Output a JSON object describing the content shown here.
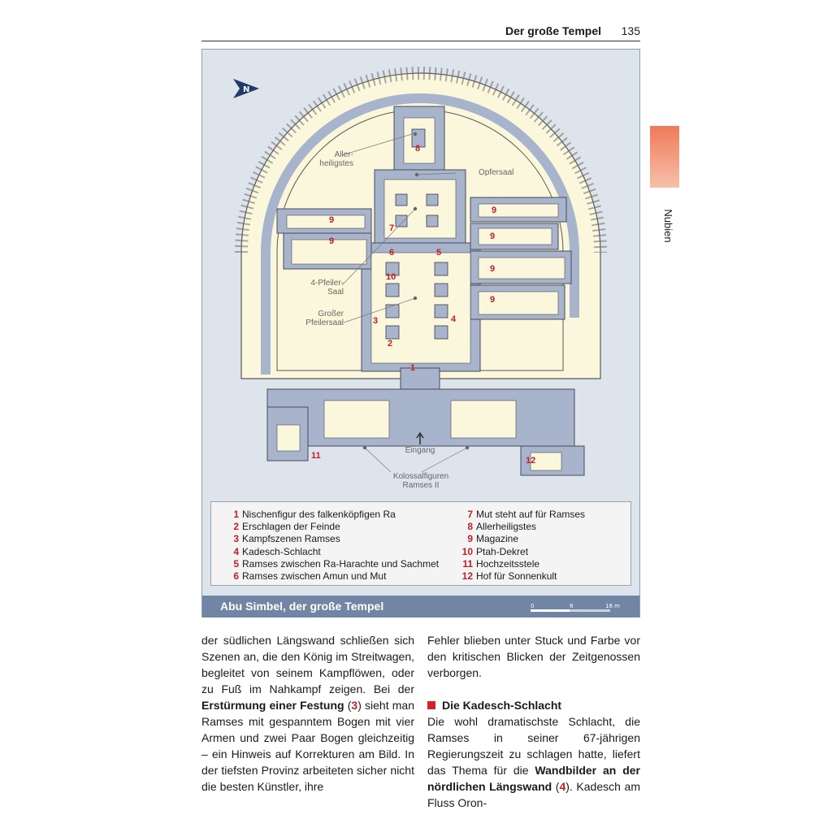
{
  "header": {
    "title": "Der große Tempel",
    "page": "135"
  },
  "side_tab": {
    "label": "Nubien"
  },
  "map": {
    "labels": {
      "allerheiligstes": "Aller-\nheiligstes",
      "opfersaal": "Opfersaal",
      "vierpfeiler": "4-Pfeiler-\nSaal",
      "grosser": "Großer\nPfeilersaal",
      "eingang": "Eingang",
      "kolossal": "Kolossalfiguren\nRamses II"
    },
    "numbers": [
      "1",
      "2",
      "3",
      "4",
      "5",
      "6",
      "7",
      "8",
      "9",
      "9",
      "9",
      "9",
      "9",
      "9",
      "10",
      "11",
      "12"
    ]
  },
  "legend": {
    "left": [
      {
        "n": "1",
        "text": "Nischenfigur des falkenköpfigen Ra"
      },
      {
        "n": "2",
        "text": "Erschlagen der Feinde"
      },
      {
        "n": "3",
        "text": "Kampfszenen Ramses"
      },
      {
        "n": "4",
        "text": "Kadesch-Schlacht"
      },
      {
        "n": "5",
        "text": "Ramses zwischen Ra-Harachte und Sachmet"
      },
      {
        "n": "6",
        "text": "Ramses zwischen Amun und Mut"
      }
    ],
    "right": [
      {
        "n": "7",
        "text": "Mut steht auf für Ramses"
      },
      {
        "n": "8",
        "text": "Allerheiligstes"
      },
      {
        "n": "9",
        "text": "Magazine"
      },
      {
        "n": "10",
        "text": "Ptah-Dekret"
      },
      {
        "n": "11",
        "text": "Hochzeitsstele"
      },
      {
        "n": "12",
        "text": "Hof für Sonnenkult"
      }
    ]
  },
  "caption": "Abu Simbel, der große Tempel",
  "scale": {
    "t0": "0",
    "t1": "8",
    "t2": "16 m"
  },
  "left_column": {
    "p1": "der südlichen Längswand schließen sich Szenen an, die den König im Streitwa­gen, begleitet von seinem Kampflöwen, oder zu Fuß im Nahkampf zeigen. Bei der ",
    "p1_bold": "Erstürmung einer Festung",
    "p1_open": " (",
    "p1_ref": "3",
    "p1_rest": ") sieht man Ramses mit gespanntem Bogen mit vier Armen und zwei Paar Bogen gleich­zeitig – ein Hinweis auf Korrekturen am Bild. In der tiefsten Provinz arbeiteten sicher nicht die besten Künstler, ihre"
  },
  "right_column": {
    "p1": "Fehler blieben unter Stuck und Farbe vor den kritischen Blicken der Zeitge­nossen verborgen.",
    "heading": "Die Kadesch-Schlacht",
    "p2": "Die wohl dramatischste Schlacht, die Ramses in seiner 67-jährigen Regierungs­zeit zu schlagen hatte, liefert das Thema für die ",
    "p2_bold": "Wandbilder an der nördlichen Längswand",
    "p2_open": " (",
    "p2_ref": "4",
    "p2_rest": "). Kadesch am Fluss Oron-"
  },
  "colors": {
    "accent": "#c0202a",
    "caption_bar": "#7086a4",
    "wall": "#a8b4cc",
    "floor": "#fbf7dc"
  }
}
